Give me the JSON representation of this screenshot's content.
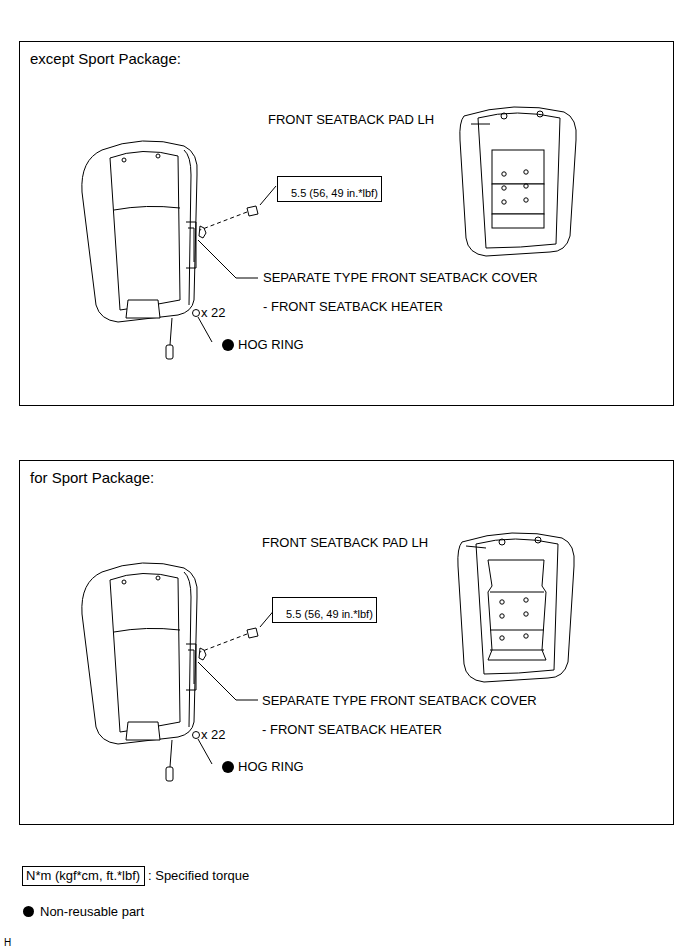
{
  "diagram": {
    "nodes": [
      {
        "text": [
          "except Sport Package:"
        ]
      },
      {
        "text": [
          "5.5 (56, 49 in.*lbf)"
        ],
        "in": 0
      },
      {
        "text": [
          "for Sport Package:"
        ]
      },
      {
        "text": [
          "5.5 (56, 49 in.*lbf)"
        ],
        "in": 2
      },
      {
        "text": [
          "N*m (kgf*cm, ft.*lbf)"
        ]
      }
    ],
    "labels": [
      "FRONT SEATBACK PAD LH",
      "SEPARATE TYPE FRONT SEATBACK COVER",
      "- FRONT SEATBACK HEATER",
      "x 22",
      "HOG RING",
      "FRONT SEATBACK PAD LH",
      "SEPARATE TYPE FRONT SEATBACK COVER",
      "- FRONT SEATBACK HEATER",
      "x 22",
      "HOG RING",
      "H"
    ],
    "legend": [
      {
        "text": ": Specified torque"
      },
      {
        "text": "Non-reusable part",
        "color": "#000000"
      }
    ]
  }
}
